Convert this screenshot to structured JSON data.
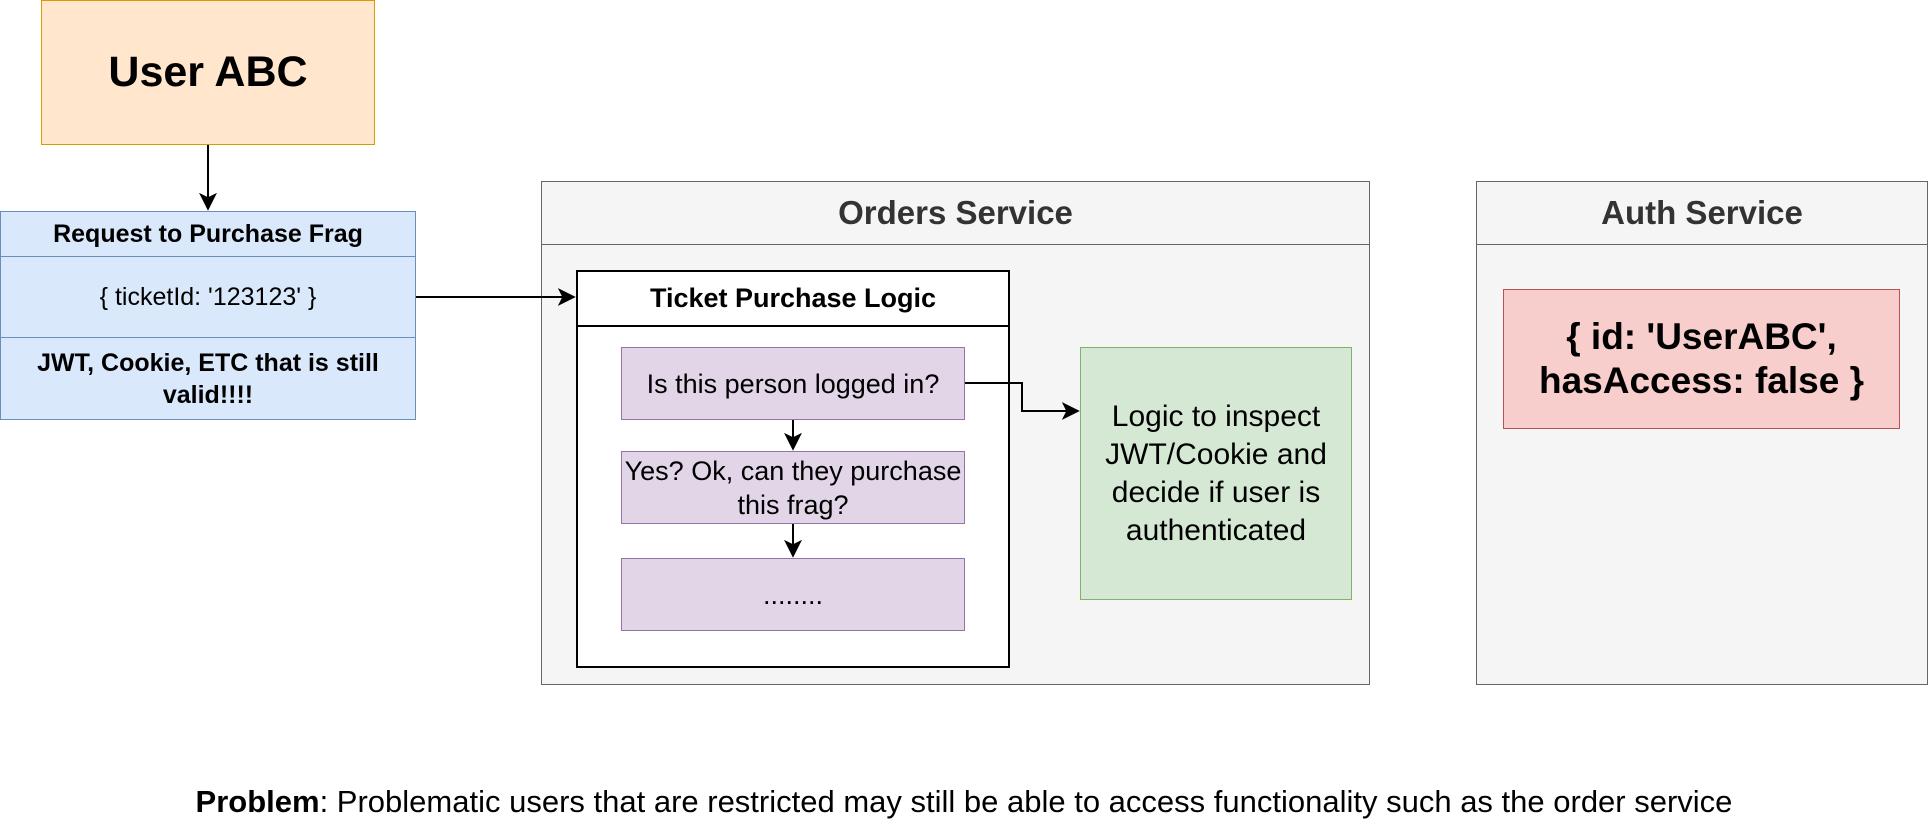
{
  "user": {
    "label": "User ABC"
  },
  "request": {
    "title": "Request to Purchase Frag",
    "payload": "{ ticketId: '123123' }",
    "token": "JWT, Cookie, ETC that is still valid!!!!"
  },
  "orders_service": {
    "title": "Orders Service",
    "ticket_logic": {
      "title": "Ticket Purchase Logic",
      "steps": [
        "Is this person logged in?",
        "Yes? Ok, can they purchase this frag?",
        "........"
      ]
    },
    "inspect_logic": "Logic to inspect JWT/Cookie and decide if user is authenticated"
  },
  "auth_service": {
    "title": "Auth Service",
    "record": "{ id: 'UserABC', hasAccess: false }"
  },
  "problem": {
    "label": "Problem",
    "text": ": Problematic users that are restricted may still be able to access functionality such as the order service"
  },
  "colors": {
    "user_fill": "#ffe6cc",
    "user_stroke": "#d79b00",
    "request_fill": "#dae8fc",
    "request_stroke": "#6c8ebf",
    "service_fill": "#f5f5f5",
    "service_stroke": "#666666",
    "step_fill": "#e1d5e7",
    "step_stroke": "#9673a6",
    "inspect_fill": "#d5e8d4",
    "inspect_stroke": "#82b366",
    "auth_record_fill": "#f8cecc",
    "auth_record_stroke": "#b85450"
  }
}
